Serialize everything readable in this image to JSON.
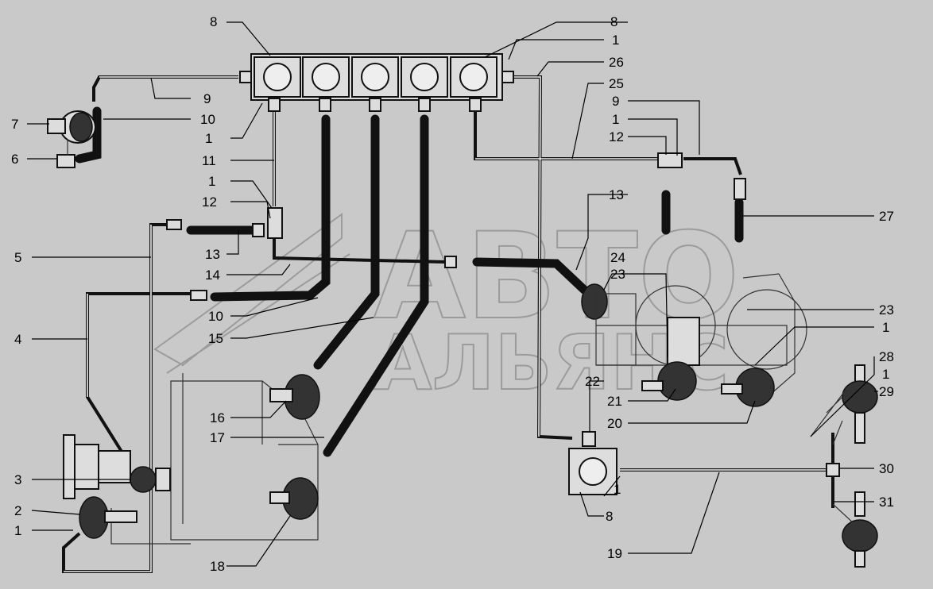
{
  "watermark": {
    "line1": "АВТО",
    "line2": "АЛЬЯНС"
  },
  "labels": [
    "8",
    "8",
    "1",
    "26",
    "25",
    "9",
    "1",
    "12",
    "9",
    "10",
    "7",
    "1",
    "6",
    "11",
    "1",
    "12",
    "13",
    "27",
    "5",
    "13",
    "14",
    "24",
    "23",
    "10",
    "23",
    "4",
    "15",
    "1",
    "22",
    "28",
    "1",
    "21",
    "29",
    "16",
    "20",
    "17",
    "30",
    "3",
    "1",
    "31",
    "2",
    "8",
    "1",
    "19",
    "18"
  ]
}
